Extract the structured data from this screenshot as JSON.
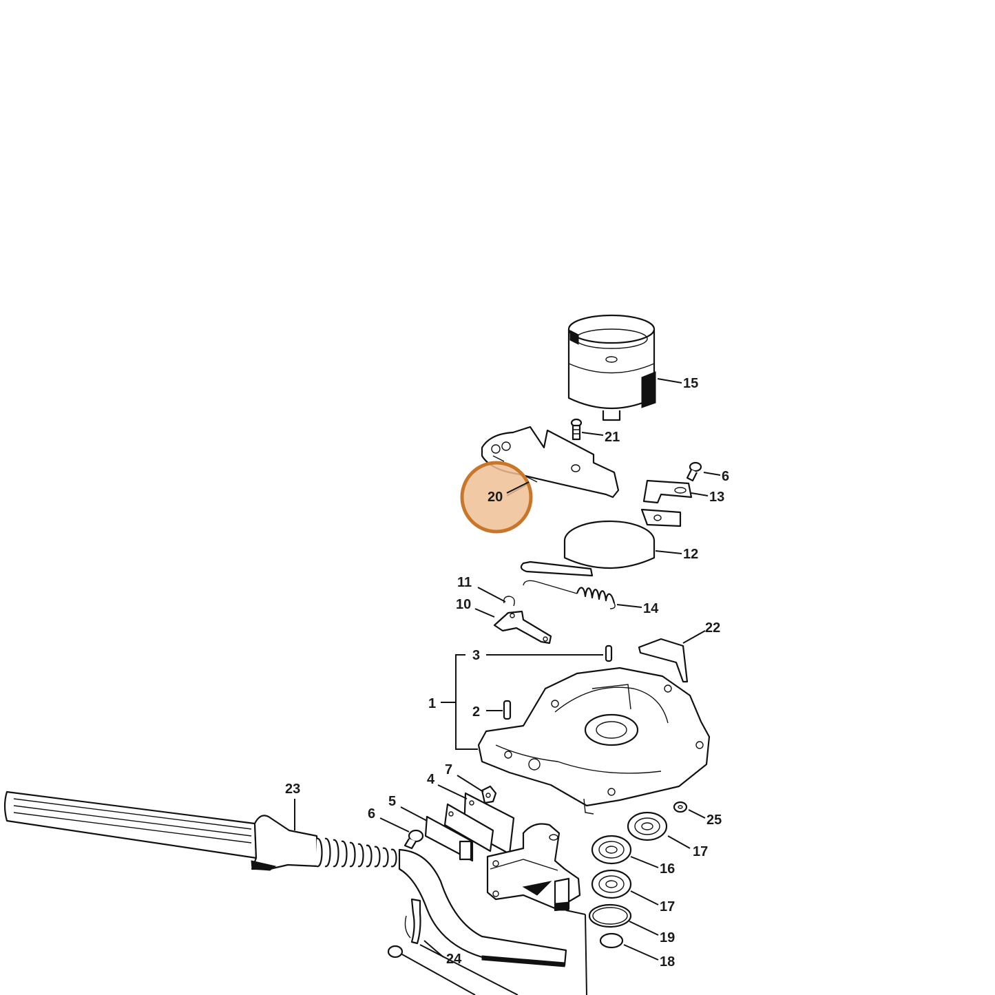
{
  "callouts": [
    {
      "id": "15",
      "text": "15"
    },
    {
      "id": "21",
      "text": "21"
    },
    {
      "id": "6a",
      "text": "6"
    },
    {
      "id": "13",
      "text": "13"
    },
    {
      "id": "20",
      "text": "20"
    },
    {
      "id": "12",
      "text": "12"
    },
    {
      "id": "11",
      "text": "11"
    },
    {
      "id": "10",
      "text": "10"
    },
    {
      "id": "14",
      "text": "14"
    },
    {
      "id": "22",
      "text": "22"
    },
    {
      "id": "3",
      "text": "3"
    },
    {
      "id": "1",
      "text": "1"
    },
    {
      "id": "2",
      "text": "2"
    },
    {
      "id": "23",
      "text": "23"
    },
    {
      "id": "7",
      "text": "7"
    },
    {
      "id": "4",
      "text": "4"
    },
    {
      "id": "5",
      "text": "5"
    },
    {
      "id": "6b",
      "text": "6"
    },
    {
      "id": "25",
      "text": "25"
    },
    {
      "id": "17a",
      "text": "17"
    },
    {
      "id": "16",
      "text": "16"
    },
    {
      "id": "17b",
      "text": "17"
    },
    {
      "id": "19",
      "text": "19"
    },
    {
      "id": "18",
      "text": "18"
    },
    {
      "id": "24",
      "text": "24"
    }
  ],
  "highlight": {
    "callout": "20",
    "color": "#c8762a",
    "fill": "#eebf95"
  }
}
